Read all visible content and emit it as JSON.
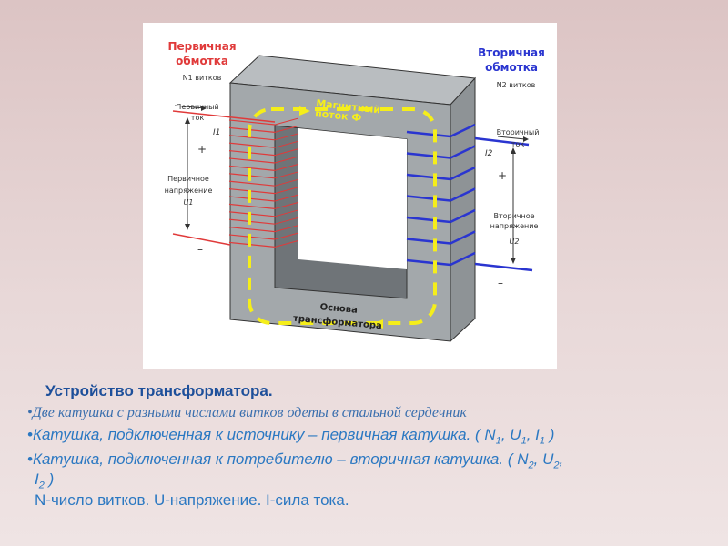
{
  "diagram": {
    "primary_winding": [
      "Первичная",
      "обмотка"
    ],
    "primary_turns": "N1 витков",
    "secondary_winding": [
      "Вторичная",
      "обмотка"
    ],
    "secondary_turns": "N2 витков",
    "primary_current": [
      "Первичный",
      "ток"
    ],
    "primary_current_symbol": "I1",
    "primary_voltage": [
      "Первичное",
      "напряжение"
    ],
    "primary_voltage_symbol": "U1",
    "secondary_current": [
      "Вторичный",
      "ток"
    ],
    "secondary_current_symbol": "I2",
    "secondary_voltage": [
      "Вторичное",
      "напряжение"
    ],
    "secondary_voltage_symbol": "U2",
    "plus": "+",
    "minus": "–",
    "flux": [
      "Магнитный",
      "поток Ф"
    ],
    "core": [
      "Основа",
      "трансформатора"
    ],
    "colors": {
      "primary": "#e03a3a",
      "secondary": "#2a35d0",
      "flux": "#f5ee1a",
      "core": "#9a9fa3"
    }
  },
  "text": {
    "title": "Устройство трансформатора.",
    "bullet1": "•Две катушки с разными числами витков одеты в стальной сердечник",
    "bullet2_main": "•Катушка, подключенная к источнику – первичная катушка. ( N",
    "bullet2_rest": [
      "1",
      ", U",
      "1",
      ", I",
      "1",
      " )"
    ],
    "bullet3_main": "•Катушка, подключенная к потребителю – вторичная катушка. ( N",
    "bullet3_rest": [
      "2",
      ", U",
      "2",
      ","
    ],
    "bullet3_cont": [
      "I",
      "2",
      " )"
    ],
    "legend": "N-число витков. U-напряжение.   I-сила тока."
  }
}
